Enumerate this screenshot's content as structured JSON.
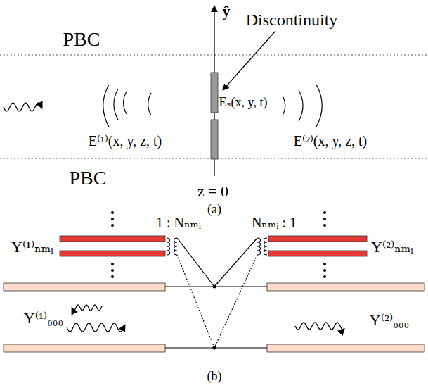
{
  "diagram": {
    "labels": [
      "Discontinuity",
      "ŷ",
      "PBC",
      "PBC",
      "Eₛ(x, y, t)",
      "E⁽¹⁾(x, y, z, t)",
      "E⁽²⁾(x, y, z, t)",
      "z = 0",
      "(a)",
      "1 : Nₙₘᵢ",
      "Nₙₘᵢ : 1",
      "Y⁽¹⁾ₙₘᵢ",
      "Y⁽²⁾ₙₘᵢ",
      "Y⁽¹⁾₀₀₀",
      "Y⁽²⁾₀₀₀",
      "(b)"
    ]
  }
}
